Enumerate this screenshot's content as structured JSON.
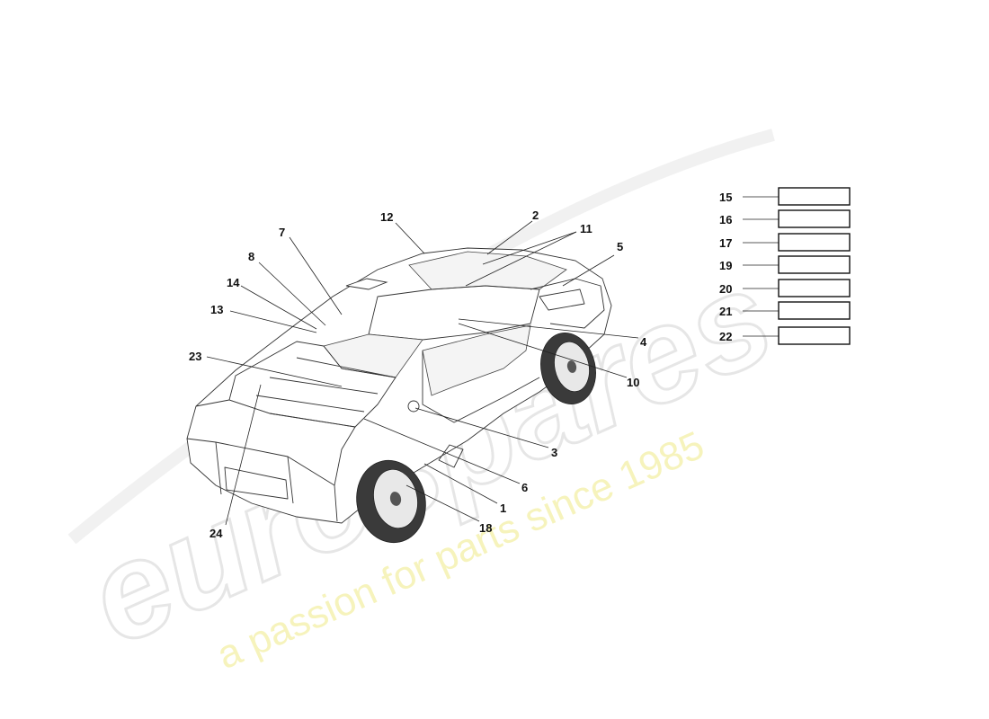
{
  "watermark": {
    "brand": "eurospares",
    "tagline": "a passion for parts since 1985"
  },
  "callouts": {
    "n1": "1",
    "n2": "2",
    "n3": "3",
    "n4": "4",
    "n5": "5",
    "n6": "6",
    "n7": "7",
    "n8": "8",
    "n10": "10",
    "n11": "11",
    "n12": "12",
    "n13": "13",
    "n14": "14",
    "n18": "18",
    "n23": "23",
    "n24": "24"
  },
  "label_list": [
    {
      "num": "15"
    },
    {
      "num": "16"
    },
    {
      "num": "17"
    },
    {
      "num": "19"
    },
    {
      "num": "20"
    },
    {
      "num": "21"
    },
    {
      "num": "22"
    }
  ]
}
